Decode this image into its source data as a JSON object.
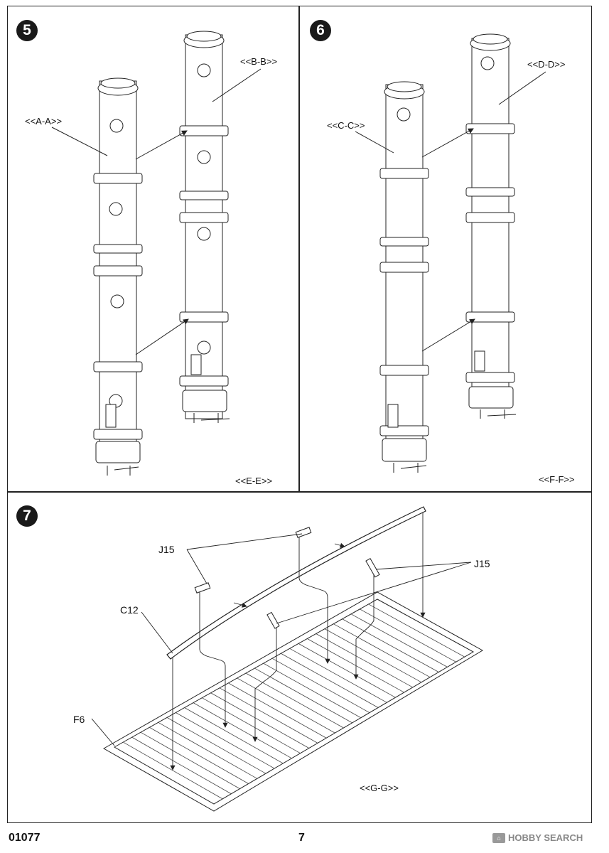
{
  "steps": [
    {
      "number": "5",
      "labels": [
        "<<A-A>>",
        "<<B-B>>",
        "<<E-E>>"
      ]
    },
    {
      "number": "6",
      "labels": [
        "<<C-C>>",
        "<<D-D>>",
        "<<F-F>>"
      ]
    },
    {
      "number": "7",
      "labels": [
        "J15",
        "J15",
        "C12",
        "F6",
        "<<G-G>>"
      ]
    }
  ],
  "footer": {
    "code": "01077",
    "page": "7",
    "watermark": "HOBBY SEARCH",
    "watermark_icon": "hobby-search-logo"
  },
  "colors": {
    "line": "#222222",
    "badge": "#1a1a1a",
    "watermark": "#888888"
  }
}
